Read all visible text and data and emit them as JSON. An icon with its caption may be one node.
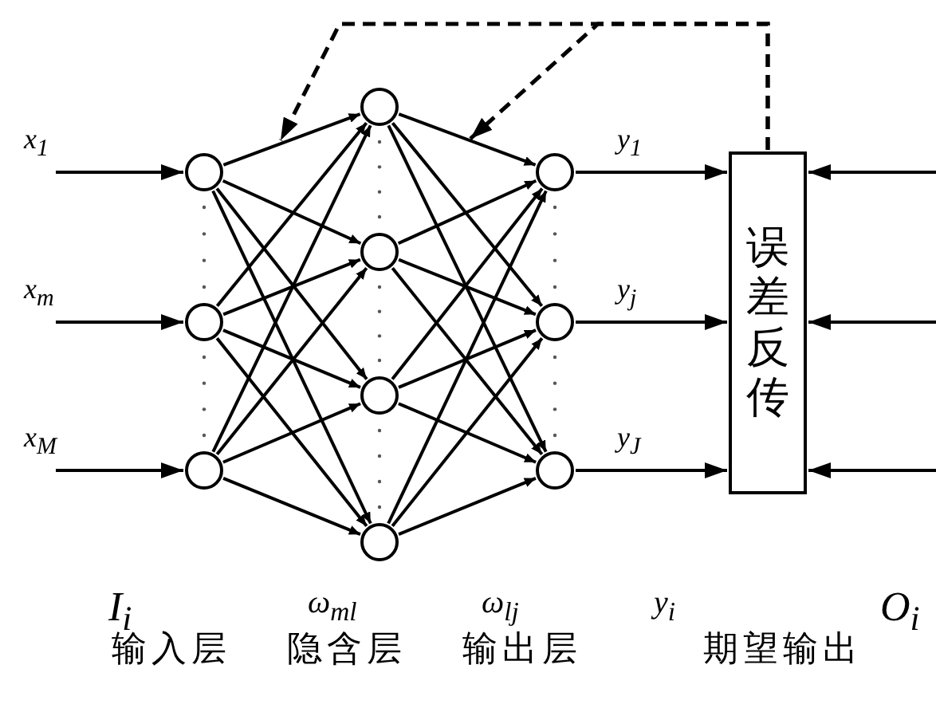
{
  "diagram": {
    "nodes": [
      {
        "text": [],
        "shape": "circle"
      },
      {
        "text": [],
        "shape": "circle"
      },
      {
        "text": [],
        "shape": "circle"
      },
      {
        "text": [],
        "shape": "circle"
      },
      {
        "text": [],
        "shape": "circle"
      },
      {
        "text": [],
        "shape": "circle"
      },
      {
        "text": [],
        "shape": "circle"
      },
      {
        "text": [],
        "shape": "circle"
      },
      {
        "text": [],
        "shape": "circle"
      },
      {
        "text": [],
        "shape": "circle"
      },
      {
        "text": [
          "误差反传"
        ]
      }
    ],
    "edges": [
      {
        "from": null,
        "to": 0,
        "arrow": "to",
        "label": "x$_{1}$"
      },
      {
        "from": null,
        "to": 1,
        "arrow": "to",
        "label": "x$_{m}$"
      },
      {
        "from": null,
        "to": 2,
        "arrow": "to",
        "label": "x$_{M}$"
      },
      {
        "from": 0,
        "to": 3,
        "arrow": "to"
      },
      {
        "from": 0,
        "to": 4,
        "arrow": "to"
      },
      {
        "from": 0,
        "to": 5,
        "arrow": "to"
      },
      {
        "from": 0,
        "to": 6,
        "arrow": "to"
      },
      {
        "from": 1,
        "to": 3,
        "arrow": "to"
      },
      {
        "from": 1,
        "to": 4,
        "arrow": "to"
      },
      {
        "from": 1,
        "to": 5,
        "arrow": "to"
      },
      {
        "from": 1,
        "to": 6,
        "arrow": "to"
      },
      {
        "from": 2,
        "to": 3,
        "arrow": "to"
      },
      {
        "from": 2,
        "to": 4,
        "arrow": "to"
      },
      {
        "from": 2,
        "to": 5,
        "arrow": "to"
      },
      {
        "from": 2,
        "to": 6,
        "arrow": "to"
      },
      {
        "from": 3,
        "to": 7,
        "arrow": "to"
      },
      {
        "from": 3,
        "to": 8,
        "arrow": "to"
      },
      {
        "from": 3,
        "to": 9,
        "arrow": "to"
      },
      {
        "from": 4,
        "to": 7,
        "arrow": "to"
      },
      {
        "from": 4,
        "to": 8,
        "arrow": "to"
      },
      {
        "from": 4,
        "to": 9,
        "arrow": "to"
      },
      {
        "from": 5,
        "to": 7,
        "arrow": "to"
      },
      {
        "from": 5,
        "to": 8,
        "arrow": "to"
      },
      {
        "from": 5,
        "to": 9,
        "arrow": "to"
      },
      {
        "from": 6,
        "to": 7,
        "arrow": "to"
      },
      {
        "from": 6,
        "to": 8,
        "arrow": "to"
      },
      {
        "from": 6,
        "to": 9,
        "arrow": "to"
      },
      {
        "from": 7,
        "to": 10,
        "arrow": "to",
        "label": "y$_{1}$"
      },
      {
        "from": 8,
        "to": 10,
        "arrow": "to",
        "label": "y$_{j}$"
      },
      {
        "from": 9,
        "to": 10,
        "arrow": "to",
        "label": "y$_{J}$"
      },
      {
        "from": null,
        "to": 10,
        "arrow": "to"
      },
      {
        "from": null,
        "to": 10,
        "arrow": "to"
      },
      {
        "from": null,
        "to": 10,
        "arrow": "to"
      },
      {
        "from": 10,
        "to": null,
        "arrow": "to",
        "style": "dashed"
      },
      {
        "from": 10,
        "to": null,
        "arrow": "to",
        "style": "dashed"
      }
    ],
    "labels": [
      "I$_{i}$",
      "ω$_{ml}$",
      "ω$_{lj}$",
      "y$_{i}$",
      "O$_{i}$",
      "输入层",
      "隐含层",
      "输出层",
      "期望输出"
    ]
  }
}
